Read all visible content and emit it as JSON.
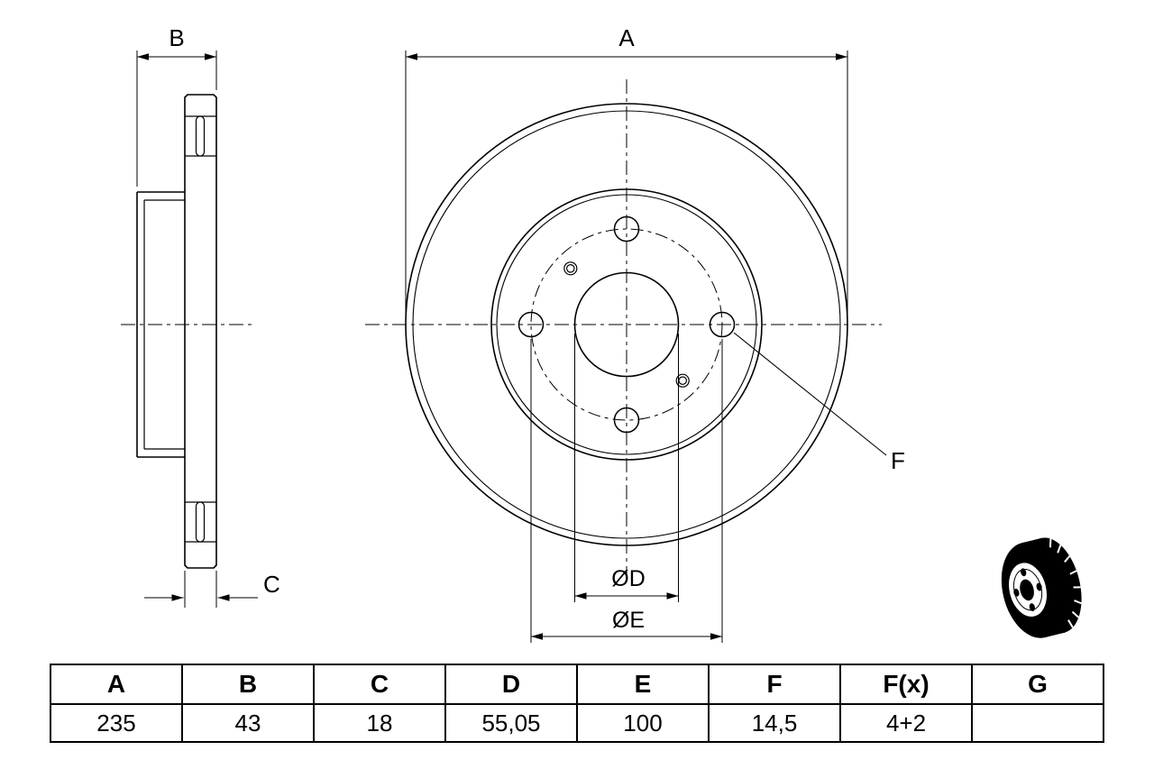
{
  "drawing": {
    "dim_labels": {
      "a": "A",
      "b": "B",
      "c": "C",
      "d": "ØD",
      "e": "ØE",
      "f": "F"
    }
  },
  "table": {
    "headers": [
      "A",
      "B",
      "C",
      "D",
      "E",
      "F",
      "F(x)",
      "G"
    ],
    "values": [
      "235",
      "43",
      "18",
      "55,05",
      "100",
      "14,5",
      "4+2",
      ""
    ]
  },
  "colors": {
    "line": "#000000",
    "background": "#ffffff"
  }
}
